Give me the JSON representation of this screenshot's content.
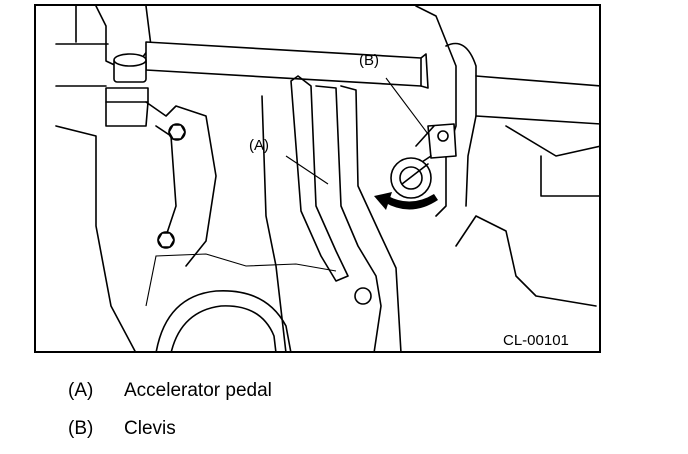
{
  "figure": {
    "id_label": "CL-00101",
    "callouts": [
      {
        "key": "a",
        "text": "(A)"
      },
      {
        "key": "b",
        "text": "(B)"
      }
    ]
  },
  "legend": [
    {
      "key": "(A)",
      "text": "Accelerator pedal"
    },
    {
      "key": "(B)",
      "text": "Clevis"
    }
  ],
  "icons": [
    "rotation-arrow-icon"
  ]
}
